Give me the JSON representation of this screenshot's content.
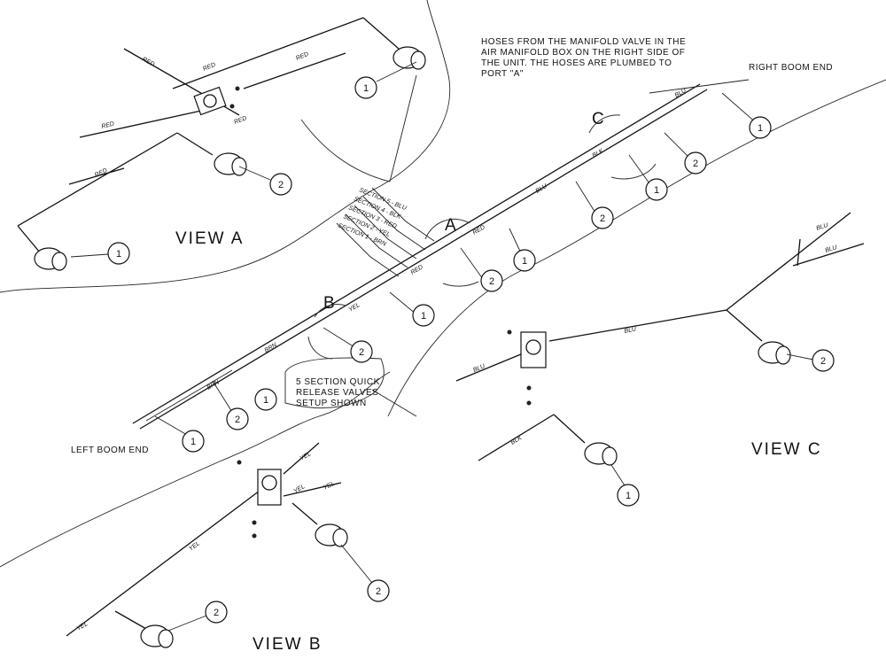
{
  "note_top": [
    "HOSES FROM THE MANIFOLD VALVE IN THE",
    "AIR MANIFOLD BOX ON THE RIGHT SIDE OF",
    "THE UNIT. THE HOSES ARE PLUMBED TO",
    "PORT \"A\""
  ],
  "note_quick": [
    "5 SECTION QUICK",
    "RELEASE VALVES",
    "SETUP SHOWN"
  ],
  "right_boom_end": "RIGHT BOOM END",
  "left_boom_end": "LEFT BOOM END",
  "view_a": "VIEW A",
  "view_b": "VIEW B",
  "view_c": "VIEW C",
  "detail_a": "A",
  "detail_b": "B",
  "detail_c": "C",
  "sections": [
    "SECTION 5 - BLU",
    "SECTION 4 - BLK",
    "SECTION 3 - RED",
    "SECTION 2 - YEL",
    "SECTION 1 - BRN"
  ],
  "hose_colors": {
    "red": "RED",
    "blu": "BLU",
    "yel": "YEL",
    "blk": "BLK",
    "brn": "BRN"
  },
  "callout_1": "1",
  "callout_2": "2"
}
